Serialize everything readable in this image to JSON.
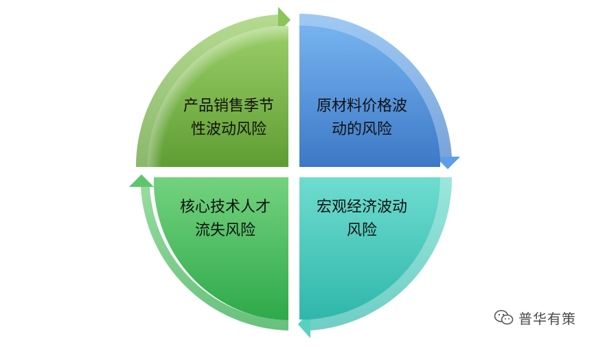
{
  "quadrants": [
    {
      "id": "top-left",
      "line1": "产品销售季节",
      "line2": "性波动风险",
      "color": "#6fb04b"
    },
    {
      "id": "top-right",
      "line1": "原材料价格波",
      "line2": "动的风险",
      "color": "#4f8fd9"
    },
    {
      "id": "bottom-left",
      "line1": "核心技术人才",
      "line2": "流失风险",
      "color": "#48c061"
    },
    {
      "id": "bottom-right",
      "line1": "宏观经济波动",
      "line2": "风险",
      "color": "#48c8b8"
    }
  ],
  "watermark": {
    "text": "普华有策",
    "icon": "wechat-icon"
  }
}
